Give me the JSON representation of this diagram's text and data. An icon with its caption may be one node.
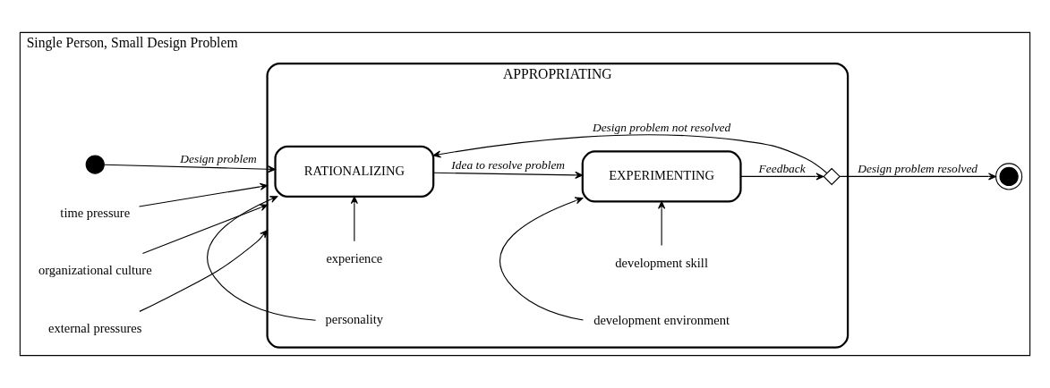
{
  "diagram": {
    "nodes": [
      {
        "text": [
          "Single Person, Small Design Problem"
        ]
      },
      {
        "text": [
          "APPROPRIATING"
        ],
        "in": 0
      },
      {
        "text": [],
        "shape": "circle",
        "in": 0
      },
      {
        "text": [
          "RATIONALIZING"
        ],
        "in": 1
      },
      {
        "text": [
          "EXPERIMENTING"
        ],
        "in": 1
      },
      {
        "text": [],
        "shape": "diamond",
        "in": 1
      },
      {
        "text": [],
        "shape": "circle",
        "in": 0
      },
      {
        "text": [
          "experience"
        ],
        "in": 1
      },
      {
        "text": [
          "personality"
        ],
        "in": 1
      },
      {
        "text": [
          "development skill"
        ],
        "in": 1
      },
      {
        "text": [
          "development environment"
        ],
        "in": 1
      },
      {
        "text": [
          "time pressure"
        ],
        "in": 0
      },
      {
        "text": [
          "organizational culture"
        ],
        "in": 0
      },
      {
        "text": [
          "external pressures"
        ],
        "in": 0
      }
    ],
    "edges": [
      {
        "from": 2,
        "to": 3,
        "arrow": "to",
        "label": "Design problem"
      },
      {
        "from": 3,
        "to": 4,
        "arrow": "to",
        "label": "Idea to resolve problem"
      },
      {
        "from": 4,
        "to": 5,
        "arrow": "to",
        "label": "Feedback"
      },
      {
        "from": 5,
        "to": 6,
        "arrow": "to",
        "label": "Design problem resolved"
      },
      {
        "from": 5,
        "to": 3,
        "arrow": "to",
        "label": "Design problem not resolved"
      },
      {
        "from": 7,
        "to": 3,
        "arrow": "to"
      },
      {
        "from": 8,
        "to": 3,
        "arrow": "to"
      },
      {
        "from": 9,
        "to": 4,
        "arrow": "to"
      },
      {
        "from": 10,
        "to": 4,
        "arrow": "to"
      },
      {
        "from": 11,
        "to": 1,
        "arrow": "to"
      },
      {
        "from": 12,
        "to": 1,
        "arrow": "to"
      },
      {
        "from": 13,
        "to": 1,
        "arrow": "to"
      }
    ]
  }
}
